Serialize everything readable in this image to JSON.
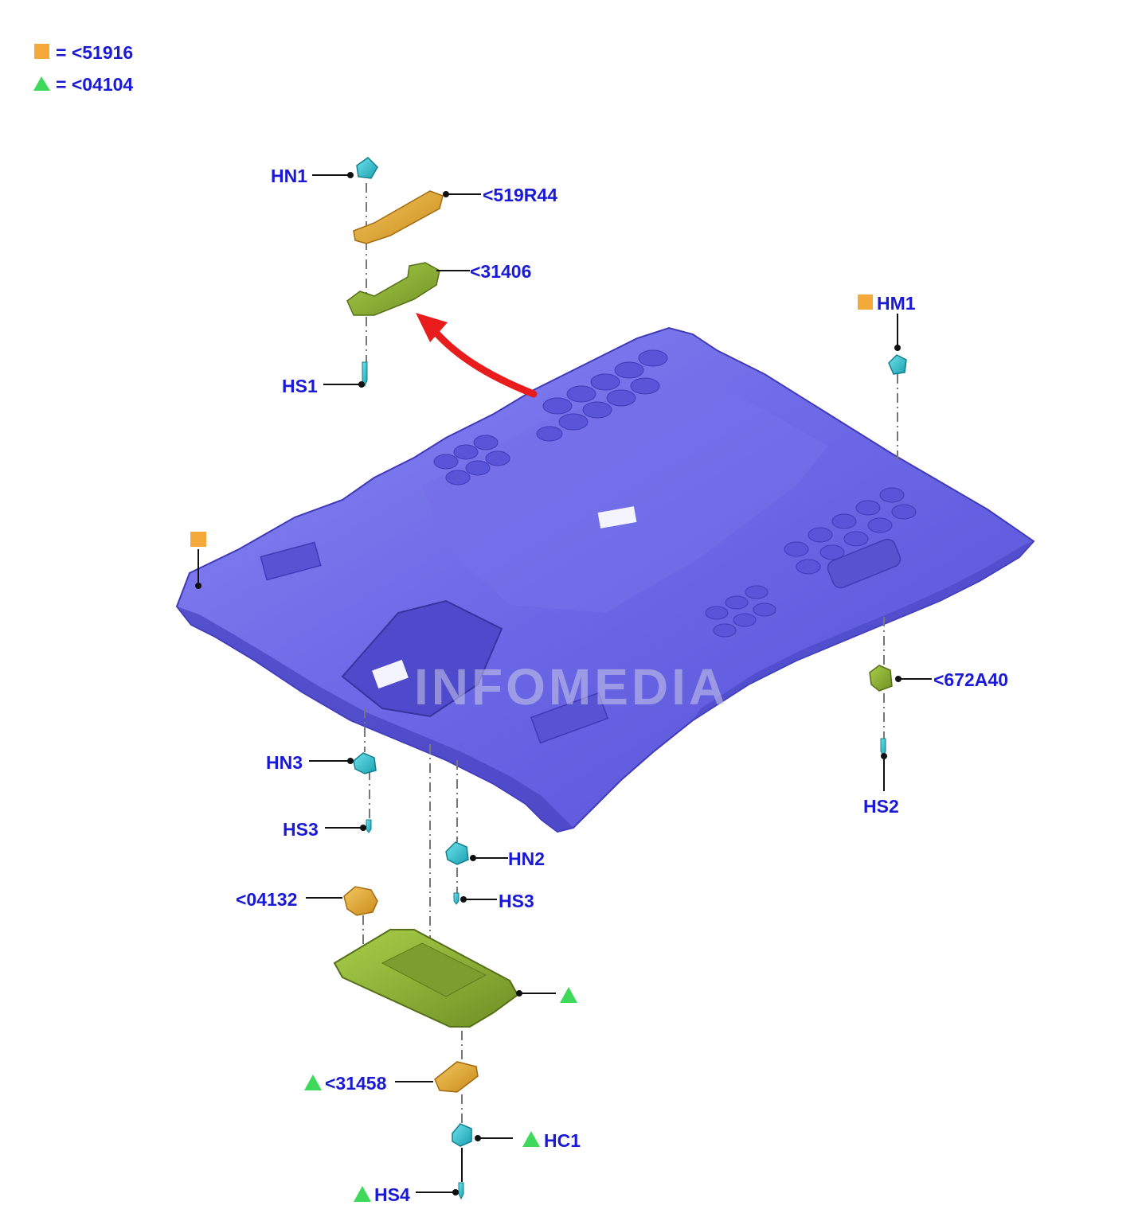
{
  "legend": {
    "items": [
      {
        "marker": "square",
        "color": "#f5a93a",
        "text": "= <51916"
      },
      {
        "marker": "triangle",
        "color": "#3ed85a",
        "text": "= <04104"
      }
    ]
  },
  "watermark": "INFOMEDIA",
  "labels": {
    "hn1": "HN1",
    "p519r44": "<519R44",
    "p31406": "<31406",
    "hs1": "HS1",
    "hm1": "HM1",
    "p672a40": "<672A40",
    "hs2": "HS2",
    "hn3": "HN3",
    "hs3_left": "HS3",
    "hn2": "HN2",
    "hs3_right": "HS3",
    "p04132": "<04132",
    "p31458": "<31458",
    "hc1": "HC1",
    "hs4": "HS4"
  },
  "colors": {
    "headliner": "#6b67e6",
    "headliner_dark": "#4a46c4",
    "headliner_light": "#8d8af0",
    "olive_part": "#8fb33a",
    "orange_part": "#e6ad35",
    "clip_cyan": "#2ec9d6",
    "label_blue": "#1a1ad6",
    "arrow_red": "#e81c1c",
    "square_marker": "#f5a93a",
    "triangle_marker": "#3ed85a"
  }
}
